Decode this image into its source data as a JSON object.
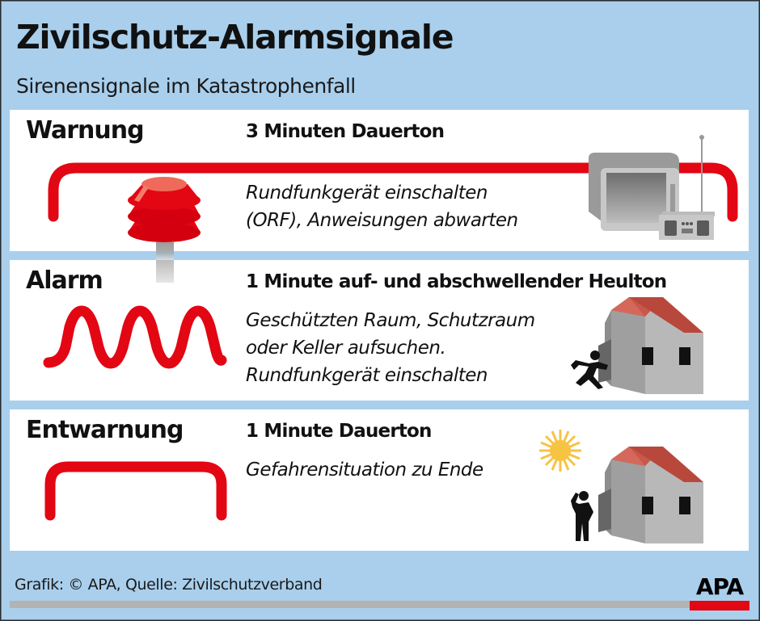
{
  "header": {
    "title": "Zivilschutz-Alarmsignale",
    "subtitle": "Sirenensignale im Katastrophenfall"
  },
  "signals": [
    {
      "name": "Warnung",
      "tone": "3 Minuten Dauerton",
      "instructions": [
        "Rundfunkgerät einschalten",
        "(ORF), Anweisungen abwarten"
      ],
      "icons": [
        "siren-icon",
        "tv-icon",
        "radio-icon"
      ]
    },
    {
      "name": "Alarm",
      "tone": "1 Minute auf- und abschwellender Heulton",
      "instructions": [
        "Geschützten Raum, Schutzraum",
        "oder Keller aufsuchen.",
        "Rundfunkgerät einschalten"
      ],
      "icons": [
        "running-person-icon",
        "house-icon"
      ]
    },
    {
      "name": "Entwarnung",
      "tone": "1 Minute Dauerton",
      "instructions": [
        "Gefahrensituation zu Ende"
      ],
      "icons": [
        "sun-icon",
        "standing-person-icon",
        "house-icon"
      ]
    }
  ],
  "footer": {
    "credit": "Grafik: © APA, Quelle: Zivilschutzverband",
    "logo": "APA"
  },
  "colors": {
    "background": "#a9cfec",
    "signal_red": "#e30613",
    "roof": "#c9574a",
    "house_wall": "#b5b5b5",
    "sun": "#f7c343"
  }
}
